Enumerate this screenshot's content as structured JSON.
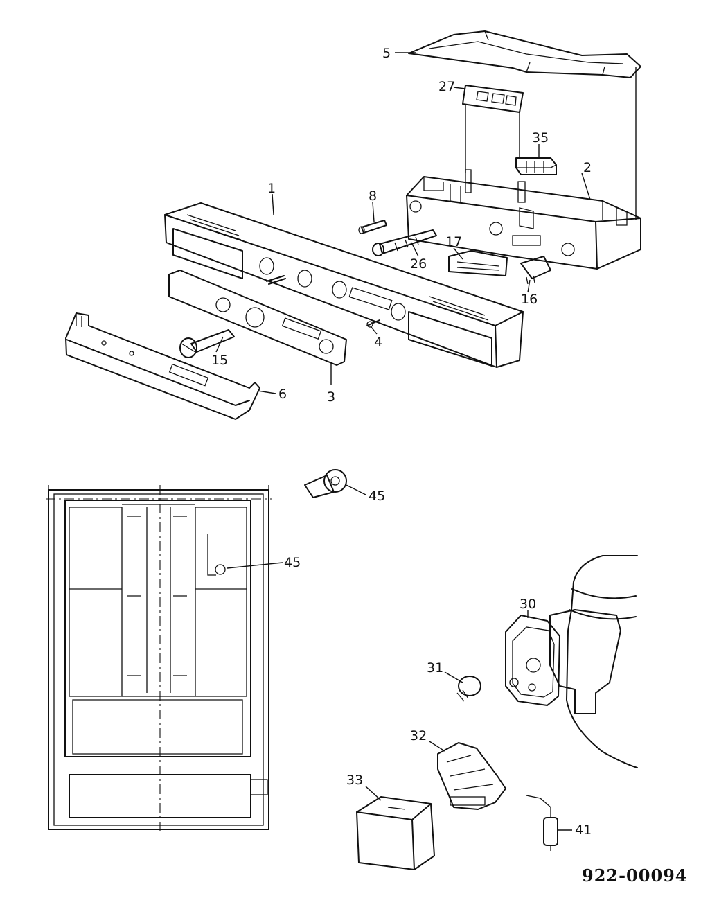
{
  "diagram": {
    "document_number": "922-00094",
    "callouts": {
      "p1": "1",
      "p2": "2",
      "p3": "3",
      "p4": "4",
      "p5": "5",
      "p6": "6",
      "p8": "8",
      "p15": "15",
      "p16": "16",
      "p17": "17",
      "p26": "26",
      "p27": "27",
      "p30": "30",
      "p31": "31",
      "p32": "32",
      "p33": "33",
      "p35": "35",
      "p41": "41",
      "p45a": "45",
      "p45b": "45"
    }
  }
}
